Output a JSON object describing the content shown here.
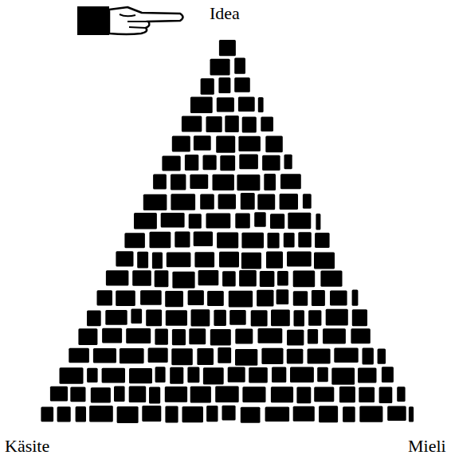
{
  "diagram": {
    "labels": [
      "Idea",
      "Käsite",
      "Mieli"
    ]
  }
}
